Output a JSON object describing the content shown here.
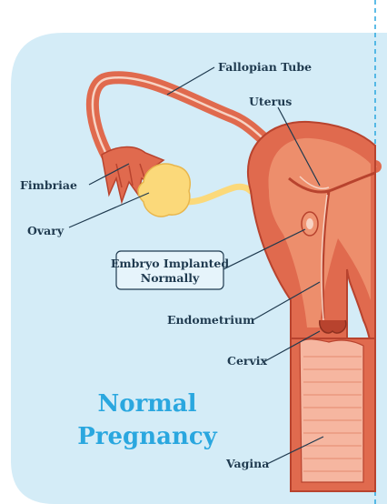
{
  "labels": {
    "fallopian_tube": "Fallopian Tube",
    "uterus": "Uterus",
    "fimbriae": "Fimbriae",
    "ovary": "Ovary",
    "embryo_line1": "Embryo Implanted",
    "embryo_line2": "Normally",
    "endometrium": "Endometrium",
    "cervix": "Cervix",
    "vagina": "Vagina"
  },
  "title": {
    "line1": "Normal",
    "line2": "Pregnancy"
  },
  "colors": {
    "background_panel": "#d4ecf7",
    "dashed_border": "#2aa7df",
    "title": "#2aa7df",
    "tissue": "#e06a4e",
    "tissue_light": "#ef9472",
    "tissue_dark": "#b8432e",
    "ovary": "#fbd97a",
    "vaginal_canal": "#f6b6a0",
    "label_text": "#1f3a4f"
  }
}
